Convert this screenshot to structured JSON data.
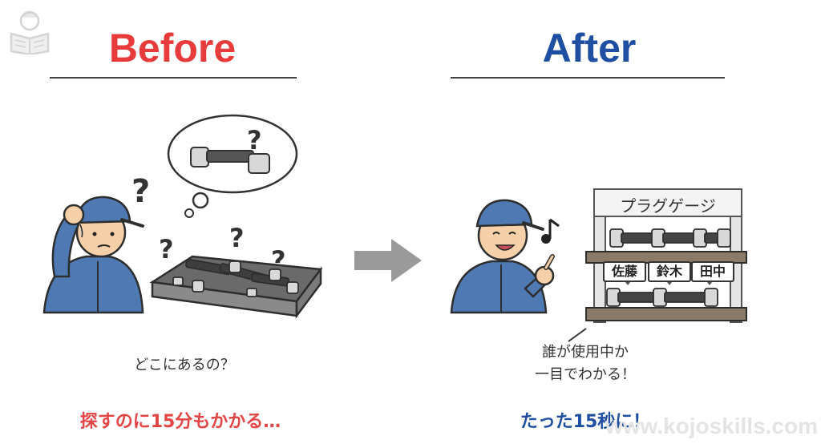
{
  "before": {
    "heading": "Before",
    "caption": "どこにあるの？",
    "tagline": "探すのに15分もかかる…"
  },
  "after": {
    "heading": "After",
    "caption_line1": "誰が使用中か",
    "caption_line2": "一目でわかる！",
    "tagline": "たった15秒に！",
    "shelf_sign": "プラグゲージ",
    "name_tags": [
      "佐藤",
      "鈴木",
      "田中"
    ]
  },
  "watermark": "www.kojoskills.com",
  "colors": {
    "before_red": "#e83b3b",
    "after_blue": "#1f4fa2",
    "uniform_blue": "#4f79b3",
    "arrow_gray": "#9a9a9a"
  }
}
